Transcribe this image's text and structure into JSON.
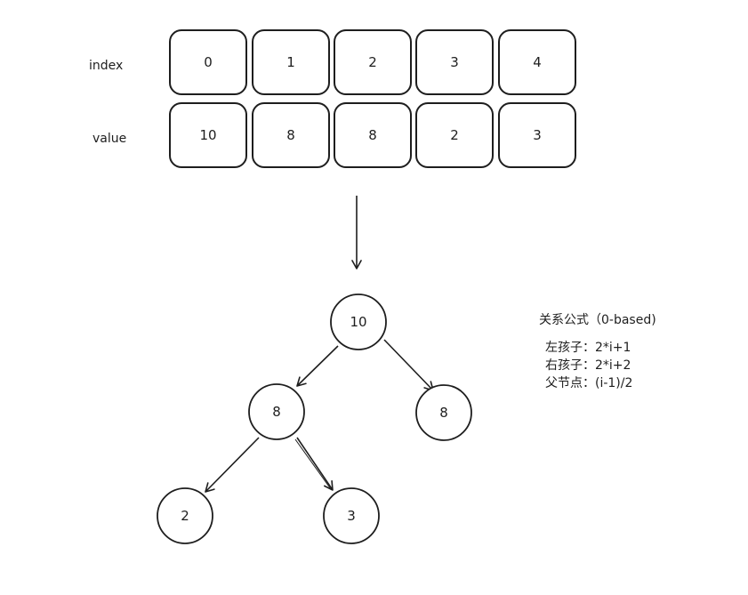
{
  "array": {
    "index_label": "index",
    "value_label": "value",
    "indices": [
      "0",
      "1",
      "2",
      "3",
      "4"
    ],
    "values": [
      "10",
      "8",
      "8",
      "2",
      "3"
    ]
  },
  "tree": {
    "nodes": [
      "10",
      "8",
      "8",
      "2",
      "3"
    ]
  },
  "formulas": {
    "title": "关系公式（0-based)",
    "left_child": "左孩子：2*i+1",
    "right_child": "右孩子：2*i+2",
    "parent": "父节点：(i-1)/2"
  },
  "colors": {
    "stroke": "#1e1e1e",
    "background": "#ffffff"
  }
}
